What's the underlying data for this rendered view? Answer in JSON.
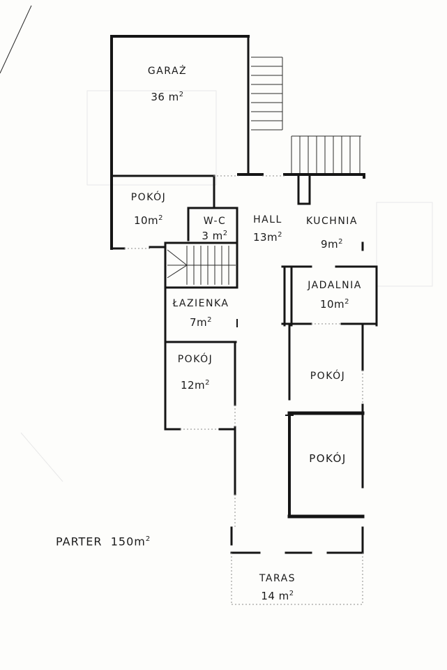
{
  "rooms": [
    {
      "name": "GARAŻ",
      "area": "36 m"
    },
    {
      "name": "POKÓJ",
      "area": "10m"
    },
    {
      "name": "W-C",
      "area": "3 m"
    },
    {
      "name": "HALL",
      "area": "13m"
    },
    {
      "name": "KUCHNIA",
      "area": "9m"
    },
    {
      "name": "JADALNIA",
      "area": "10m"
    },
    {
      "name": "ŁAZIENKA",
      "area": "7m"
    },
    {
      "name": "POKÓJ",
      "area": "12m"
    },
    {
      "name": "POKÓJ"
    },
    {
      "name": "POKÓJ"
    },
    {
      "name": "TARAS",
      "area": "14 m"
    }
  ],
  "unit_superscript": "2",
  "floor": {
    "name": "PARTER",
    "area": "150m"
  }
}
